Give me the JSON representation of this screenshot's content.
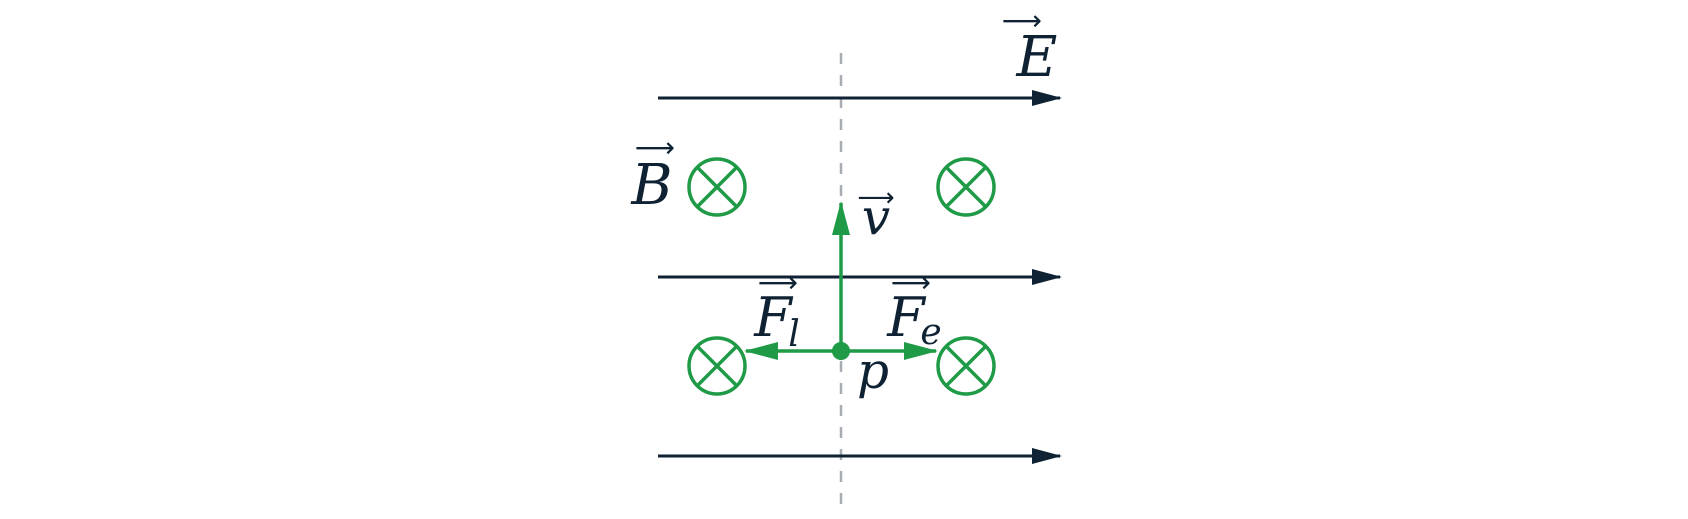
{
  "labels": {
    "electric_field": "E",
    "magnetic_field": "B",
    "velocity": "v",
    "lorentz_force": "F",
    "lorentz_force_sub": "l",
    "electric_force": "F",
    "electric_force_sub": "e",
    "particle": "p",
    "vector_arrow": "⟶"
  },
  "colors": {
    "field_lines": "#0f2233",
    "green": "#1f9a47",
    "dashed_axis": "#a7adb3",
    "text": "#0f2233"
  },
  "icons": {
    "into_page_symbol": "circle-cross-icon"
  }
}
